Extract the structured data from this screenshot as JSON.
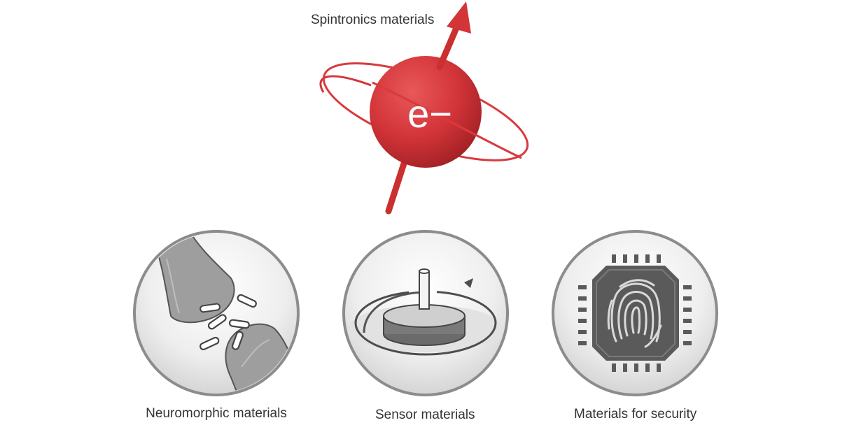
{
  "electron": {
    "label": "Spintronics materials",
    "symbol": "e−",
    "color": "#d9363a"
  },
  "applications": [
    {
      "label": "Neuromorphic materials",
      "icon": "synapse-icon"
    },
    {
      "label": "Sensor materials",
      "icon": "rotation-sensor-icon"
    },
    {
      "label": "Materials for security",
      "icon": "fingerprint-chip-icon"
    }
  ]
}
